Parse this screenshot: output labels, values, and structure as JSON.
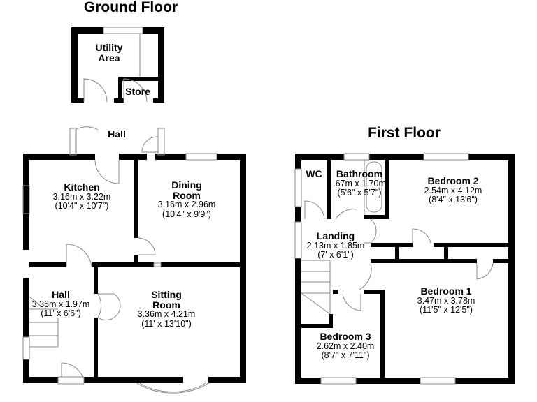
{
  "ground_floor": {
    "title": "Ground Floor",
    "rooms": [
      {
        "name": "Utility",
        "name2": "Area"
      },
      {
        "name": "Store"
      },
      {
        "name": "Hall"
      },
      {
        "name": "Kitchen",
        "metric": "3.16m x 3.22m",
        "imperial": "(10'4\" x 10'7\")"
      },
      {
        "name": "Dining",
        "name2": "Room",
        "metric": "3.16m x 2.96m",
        "imperial": "(10'4\" x 9'9\")"
      },
      {
        "name": "Hall",
        "metric": "3.36m x 1.97m",
        "imperial": "(11' x 6'6\")"
      },
      {
        "name": "Sitting",
        "name2": "Room",
        "metric": "3.36m x 4.21m",
        "imperial": "(11' x 13'10\")"
      }
    ]
  },
  "first_floor": {
    "title": "First Floor",
    "rooms": [
      {
        "name": "WC"
      },
      {
        "name": "Bathroom",
        "metric": ".67m x 1.70m",
        "imperial": "(5'6\" x 5'7\")"
      },
      {
        "name": "Bedroom 2",
        "metric": "2.54m x 4.12m",
        "imperial": "(8'4\" x 13'6\")"
      },
      {
        "name": "Landing",
        "metric": "2.13m x 1.85m",
        "imperial": "(7' x 6'1\")"
      },
      {
        "name": "Bedroom 1",
        "metric": "3.47m x 3.78m",
        "imperial": "(11'5\" x 12'5\")"
      },
      {
        "name": "Bedroom 3",
        "metric": "2.62m x 2.40m",
        "imperial": "(8'7\" x 7'11\")"
      }
    ]
  },
  "colors": {
    "wall": "#000000",
    "background": "#ffffff",
    "fixture": "#888888"
  }
}
